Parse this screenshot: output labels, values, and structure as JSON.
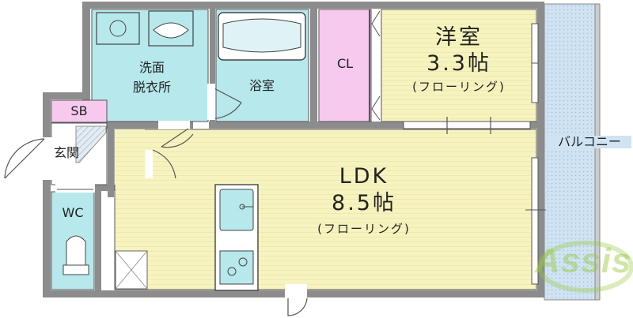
{
  "rooms": {
    "senmen": {
      "line1": "洗面",
      "line2": "脱衣所",
      "color": "#b7e8ec"
    },
    "bath": {
      "label": "浴室",
      "color": "#b7e8ec"
    },
    "closet": {
      "label": "CL",
      "color": "#f7c9ef"
    },
    "western": {
      "name": "洋室",
      "size": "3.3帖",
      "floor": "(フローリング)",
      "color": "#f6f3bf"
    },
    "ldk": {
      "name": "LDK",
      "size": "8.5帖",
      "floor": "(フローリング)",
      "color": "#f6f3bf"
    },
    "sb": {
      "label": "SB",
      "color": "#f7c9ef"
    },
    "genkan": {
      "label": "玄関"
    },
    "wc": {
      "label": "WC",
      "color": "#b7e8ec"
    },
    "balcony": {
      "label": "バルコニー",
      "color": "#cfe3f3"
    }
  },
  "watermark": {
    "text": "Assist"
  },
  "colors": {
    "wall": "#8c8c8c",
    "outline": "#555555"
  }
}
